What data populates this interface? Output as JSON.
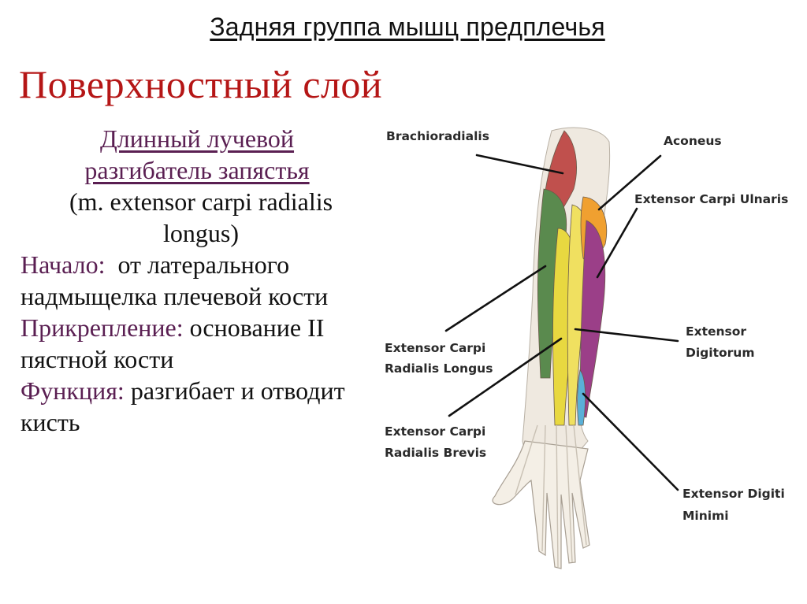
{
  "slide": {
    "title": "Задняя группа мышц предплечья",
    "subtitle": "Поверхностный слой"
  },
  "muscle": {
    "name_line1": "Длинный лучевой",
    "name_line2": "разгибатель запястья",
    "latin_line1": "(m. extensor carpi radialis",
    "latin_line2": "longus)",
    "origin_label": "Начало:",
    "origin_text": "от латерального надмыщелка плечевой кости",
    "insertion_label": "Прикрепление:",
    "insertion_text": "основание  II пястной кости",
    "function_label": "Функция:",
    "function_text": "разгибает и отводит кисть"
  },
  "figure": {
    "labels": {
      "brachioradialis": "Brachioradialis",
      "aconeus": "Aconeus",
      "ecu": "Extensor Carpi Ulnaris",
      "ed_line1": "Extensor",
      "ed_line2": "Digitorum",
      "ecrl_line1": "Extensor Carpi",
      "ecrl_line2": "Radialis Longus",
      "ecrb_line1": "Extensor Carpi",
      "ecrb_line2": "Radialis Brevis",
      "edm_line1": "Extensor Digiti",
      "edm_line2": "Minimi"
    },
    "colors": {
      "brachioradialis": "#c0504d",
      "ecrl": "#5a8a4e",
      "ecrb": "#e8d840",
      "ed": "#f0e060",
      "ecu": "#9b3f88",
      "aconeus": "#f0a030",
      "edm": "#5ab0d8",
      "tendon": "#e9e4dc",
      "bone": "#f2ede4"
    }
  }
}
